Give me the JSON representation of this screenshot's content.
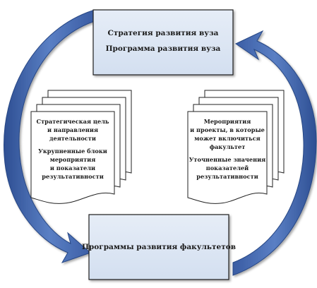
{
  "top_box": {
    "line1": "Стратегия развития вуза",
    "line2": "Программа развития вуза"
  },
  "bottom_box": {
    "label": "Программы развития факультетов"
  },
  "left_document": {
    "lines": [
      "Стратегическая цель",
      "и направления",
      "деятельности",
      "Укрупненные блоки",
      "мероприятия",
      "и показатели",
      "результативности"
    ]
  },
  "right_document": {
    "lines": [
      "Мероприятия",
      "и проекты, в которые",
      "может включиться",
      "факультет",
      "Уточненные значения",
      "показателей",
      "результативности"
    ]
  },
  "colors": {
    "box_fill": "#dce6f2",
    "box_stroke": "#1f1f1f",
    "arrow_fill": "#4f6fb3",
    "arrow_dark": "#2b4a8a",
    "doc_fill": "#ffffff",
    "doc_stroke": "#222222"
  }
}
